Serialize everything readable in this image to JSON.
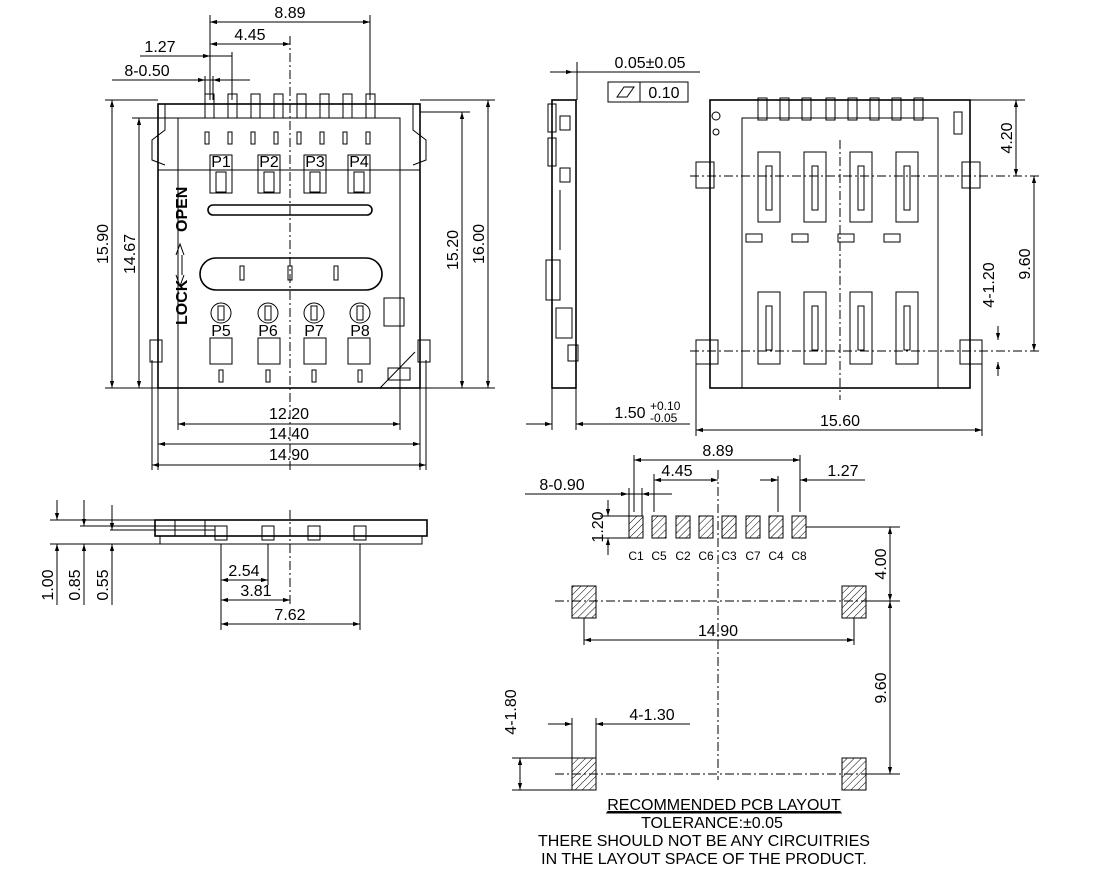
{
  "front_view": {
    "dim_top_width": "8.89",
    "dim_half_width": "4.45",
    "dim_pitch": "1.27",
    "dim_contact_width": "8-0.50",
    "dim_overall_height": "15.90",
    "dim_body_height": "14.67",
    "dim_right_height": "15.20",
    "dim_right_total": "16.00",
    "dim_inner_width": "12.20",
    "dim_body_width": "14.40",
    "dim_total_width": "14.90",
    "label_open": "OPEN",
    "label_lock": "LOCK",
    "pins_top": [
      "P1",
      "P2",
      "P3",
      "P4"
    ],
    "pins_bottom": [
      "P5",
      "P6",
      "P7",
      "P8"
    ]
  },
  "side_view": {
    "dim_top_tol": "0.05±0.05",
    "flatness": "0.10",
    "dim_thickness": "1.50",
    "tol_plus": "+0.10",
    "tol_minus": "-0.05"
  },
  "back_view": {
    "dim_top": "4.20",
    "dim_mid": "9.60",
    "dim_pad": "4-1.20",
    "dim_width": "15.60"
  },
  "bottom_view": {
    "dim_a": "1.00",
    "dim_b": "0.85",
    "dim_c": "0.55",
    "dim_pitch1": "2.54",
    "dim_pitch2": "3.81",
    "dim_pitch3": "7.62"
  },
  "pcb_layout": {
    "dim_width": "8.89",
    "dim_half": "4.45",
    "dim_pitch": "1.27",
    "dim_pad": "8-0.90",
    "dim_pad_h": "1.20",
    "contacts": [
      "C1",
      "C5",
      "C2",
      "C6",
      "C3",
      "C7",
      "C4",
      "C8"
    ],
    "dim_vertical_top": "4.00",
    "dim_total_width": "14.90",
    "dim_vertical_bottom": "9.60",
    "dim_mount_h": "4-1.80",
    "dim_mount_w": "4-1.30",
    "title": "RECOMMENDED PCB LAYOUT",
    "tolerance": "TOLERANCE:±0.05",
    "note_line1": "THERE SHOULD NOT BE ANY CIRCUITRIES",
    "note_line2": "IN THE LAYOUT SPACE OF THE PRODUCT."
  }
}
